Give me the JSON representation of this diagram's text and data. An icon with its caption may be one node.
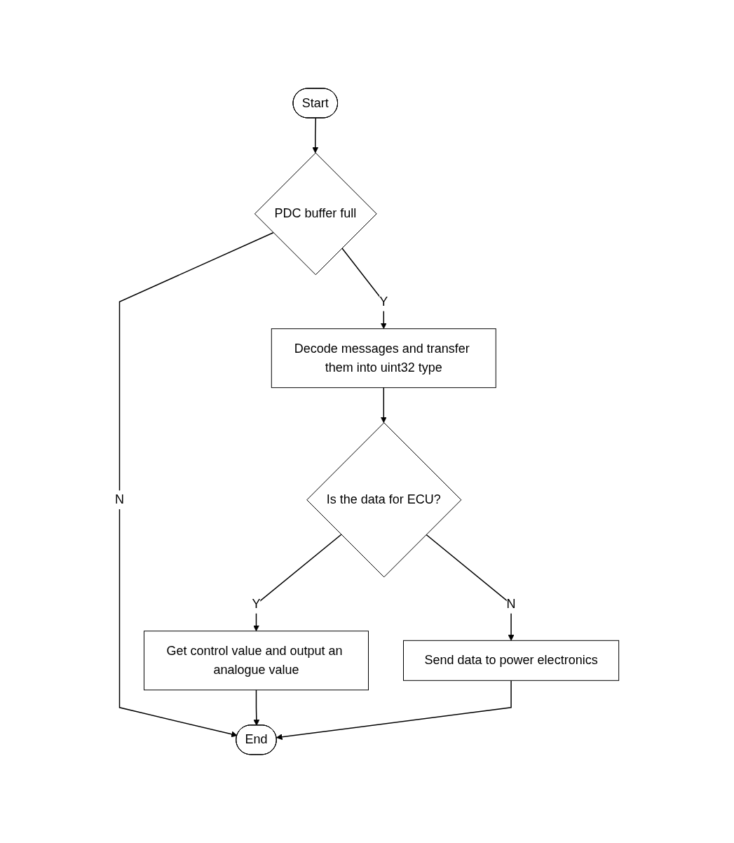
{
  "diagram": {
    "nodes": [
      {
        "text": [
          "Start"
        ]
      },
      {
        "text": [
          "PDC buffer full"
        ]
      },
      {
        "text": [
          "Decode messages and transfer them into uint32 type"
        ]
      },
      {
        "text": [
          "Is the data for ECU?"
        ]
      },
      {
        "text": [
          "Get control value and output an analogue value"
        ]
      },
      {
        "text": [
          "Send data to power electronics"
        ]
      },
      {
        "text": [
          "End"
        ]
      }
    ],
    "edges": [
      {
        "from": 0,
        "to": 1,
        "arrow": "to"
      },
      {
        "from": 1,
        "to": 6,
        "label": "N",
        "arrow": "to"
      },
      {
        "from": 1,
        "to": 2,
        "label": "Y",
        "arrow": "to"
      },
      {
        "from": 2,
        "to": 3,
        "arrow": "to"
      },
      {
        "from": 3,
        "to": 4,
        "label": "Y",
        "arrow": "to"
      },
      {
        "from": 3,
        "to": 5,
        "label": "N",
        "arrow": "to"
      },
      {
        "from": 4,
        "to": 6,
        "arrow": "to"
      },
      {
        "from": 5,
        "to": 6,
        "arrow": "to"
      }
    ]
  }
}
